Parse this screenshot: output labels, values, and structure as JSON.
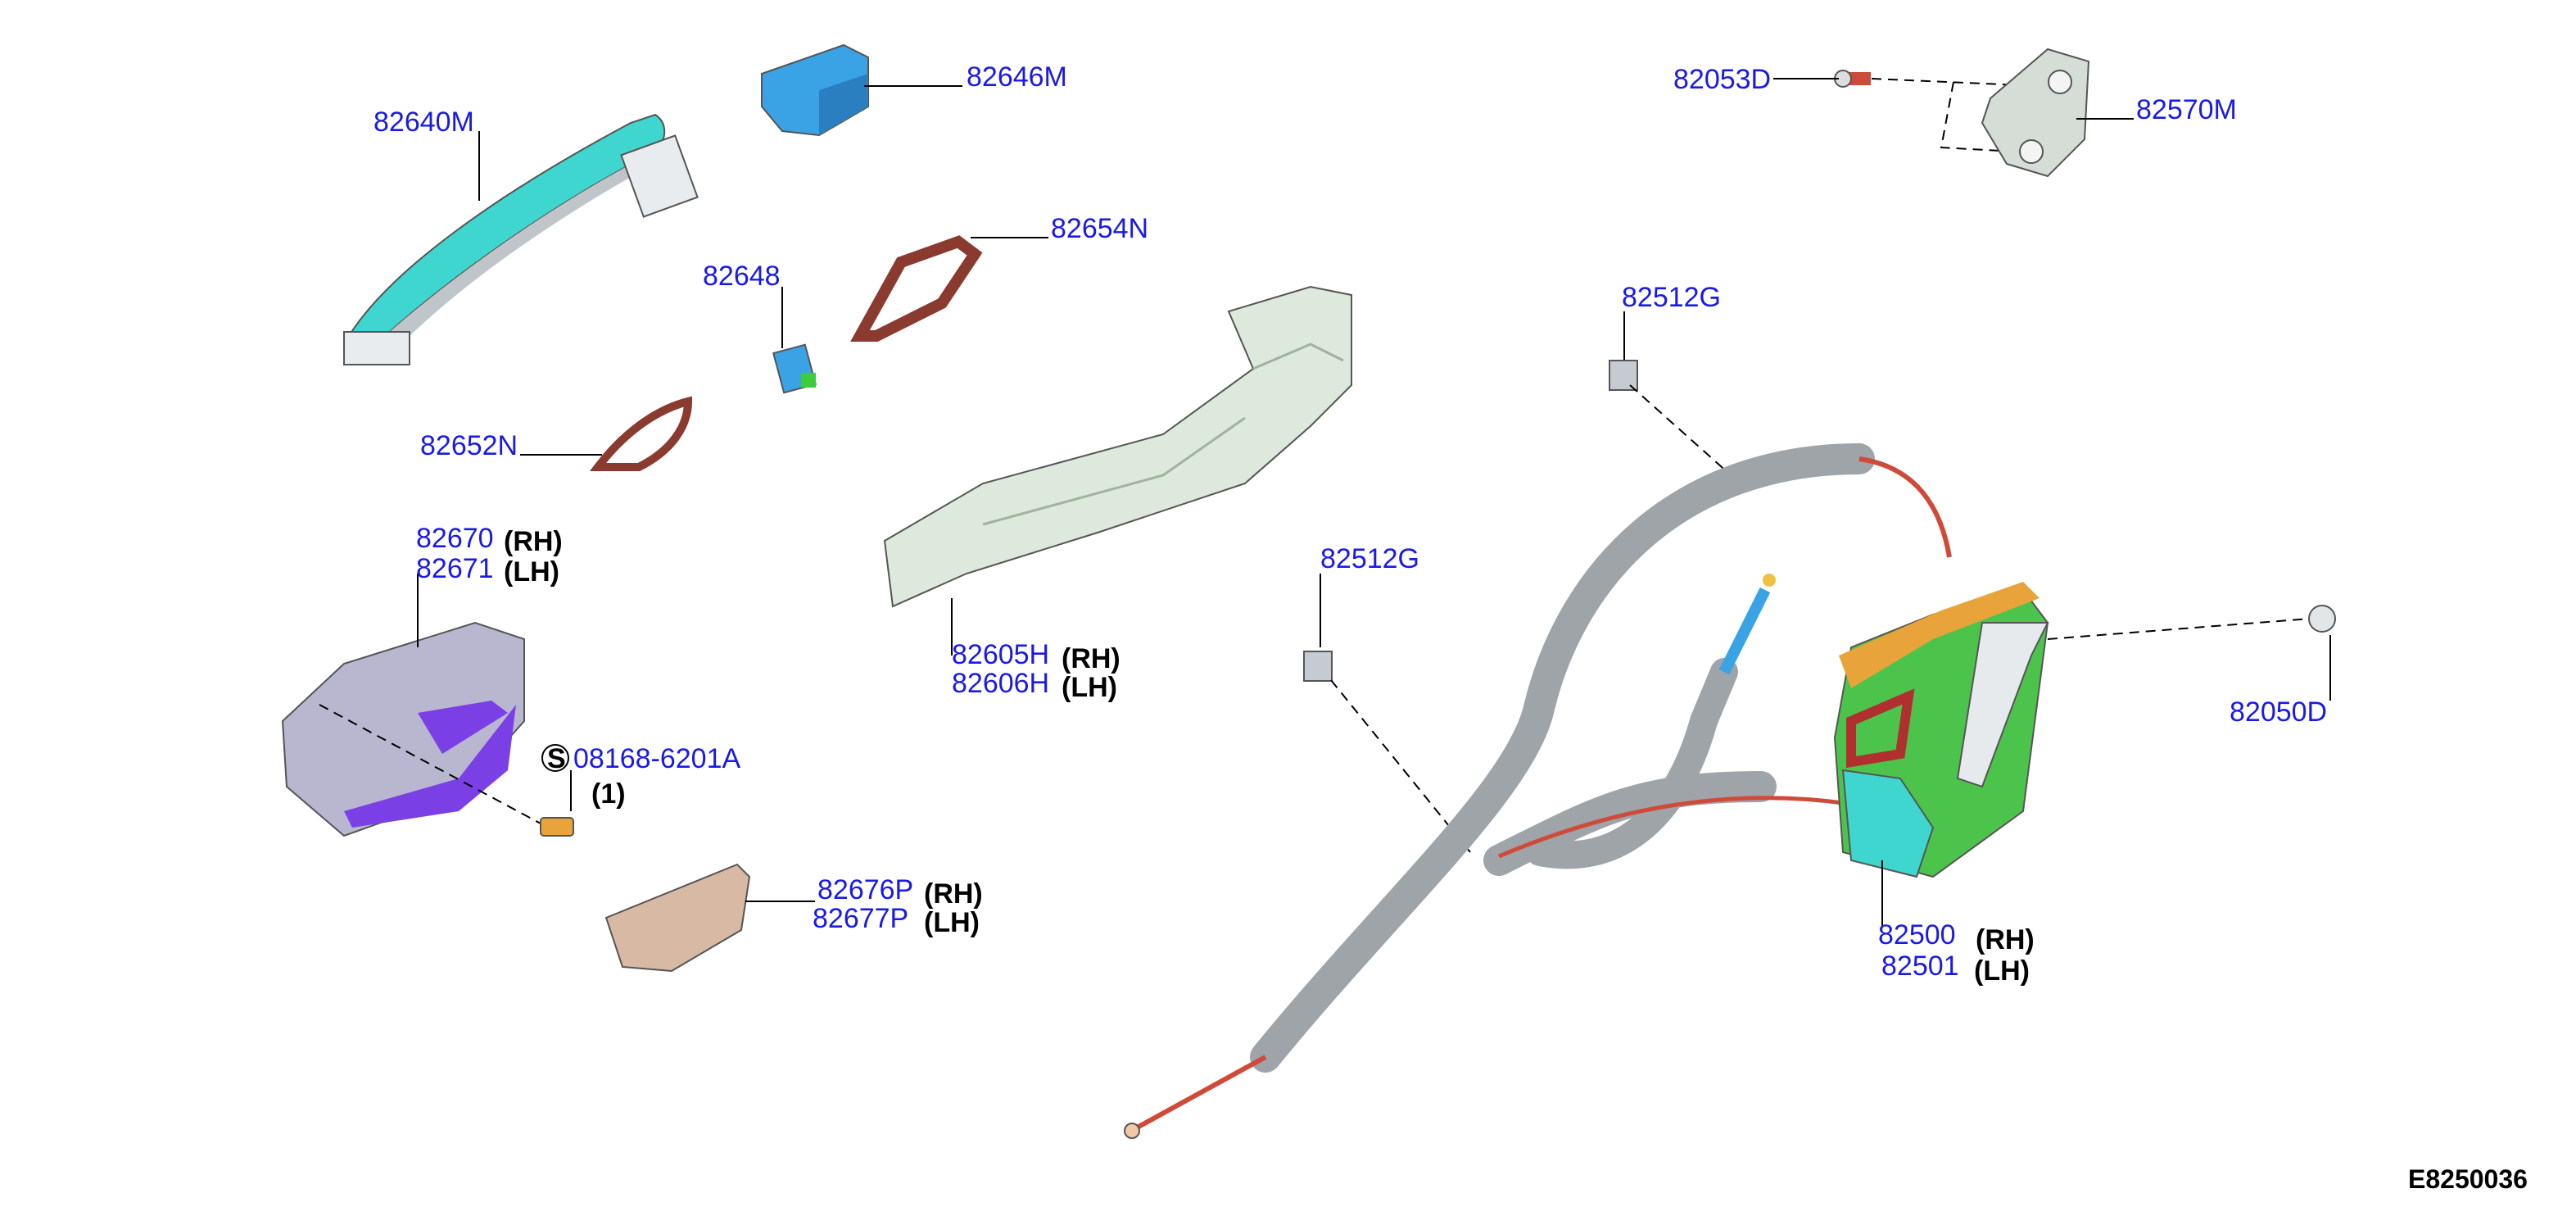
{
  "figure_code": "E8250036",
  "colors": {
    "label": "#1a1ae6",
    "handle": "#3fd6cf",
    "cover": "#3aa3e6",
    "gasket": "#8a3a2e",
    "bracket": "#d8e8d8",
    "escutcheon": "#b9b6d0",
    "inner_handle": "#7b3fe6",
    "cable": "#a9aeb3",
    "rod": "#d04a3a",
    "lock_body": "#4cc44c",
    "lock_cover": "#e8a43a"
  },
  "labels": {
    "p82640m": "82640M",
    "p82646m": "82646M",
    "p82648": "82648",
    "p82654n": "82654N",
    "p82652n": "82652N",
    "p82670": "82670",
    "p82670_side": "(RH)",
    "p82671": "82671",
    "p82671_side": "(LH)",
    "p08168": "08168-6201A",
    "p08168_std": "S",
    "p08168_qty": "(1)",
    "p82605h": "82605H",
    "p82605h_side": "(RH)",
    "p82606h": "82606H",
    "p82606h_side": "(LH)",
    "p82676p": "82676P",
    "p82676p_side": "(RH)",
    "p82677p": "82677P",
    "p82677p_side": "(LH)",
    "p82053d": "82053D",
    "p82570m": "82570M",
    "p82512g_a": "82512G",
    "p82512g_b": "82512G",
    "p82050d": "82050D",
    "p82500": "82500",
    "p82500_side": "(RH)",
    "p82501": "82501",
    "p82501_side": "(LH)"
  }
}
